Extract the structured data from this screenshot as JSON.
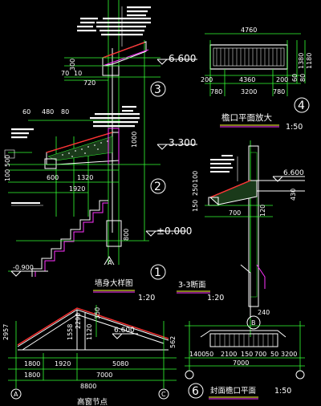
{
  "levels": {
    "l1": "6.600",
    "l2": "3.300",
    "l3": "±0.000",
    "l4": "-0.900",
    "l5": "6.600",
    "l6": "6.600"
  },
  "bubbles": {
    "b3": "3",
    "b2": "2",
    "b1": "1",
    "b4": "4",
    "b6": "6"
  },
  "titles": {
    "eave_plan": "檐口平面放大",
    "eave_plan_scale": "1:50",
    "wall_detail": "墙身大样图",
    "wall_detail_scale": "1:20",
    "section33": "3-3断面",
    "section33_scale": "1:20",
    "gable_plan": "封面檐口平面",
    "gable_plan_scale": "1:50",
    "high_window": "高窗节点"
  },
  "dims": {
    "d_top_70": "70",
    "d_top_10": "10",
    "d_top_720": "720",
    "d_top_300": "300",
    "d_mid_60": "60",
    "d_mid_480": "480",
    "d_mid_80": "80",
    "d_mid_500": "500",
    "d_mid_1000": "1000",
    "d_mid_600": "600",
    "d_mid_1320": "1320",
    "d_mid_1920": "1920",
    "d_mid_100": "100",
    "d_low_800": "800",
    "p4_4760": "4760",
    "p4_200a": "200",
    "p4_4360": "4360",
    "p4_200b": "200",
    "p4_780a": "780",
    "p4_3200": "3200",
    "p4_780b": "780",
    "p4_1380": "1380",
    "p4_1180": "1180",
    "p4_60": "60",
    "p4_80": "80",
    "s3_6600": "6.600",
    "s3_100": "100",
    "s3_250": "250",
    "s3_150": "150",
    "s3_700": "700",
    "s3_120": "120",
    "s3_430": "430",
    "s3_240": "240",
    "hw_350": "350",
    "hw_2290": "2290",
    "hw_1558": "1558",
    "hw_1120": "1120",
    "hw_2957": "2957",
    "hw_562": "562",
    "hw_1800a": "1800",
    "hw_1920": "1920",
    "hw_5080": "5080",
    "hw_1800b": "1800",
    "hw_7000": "7000",
    "hw_8800": "8800",
    "p6_1400": "1400",
    "p6_50a": "50",
    "p6_2100": "2100",
    "p6_150": "150",
    "p6_700": "700",
    "p6_50b": "50",
    "p6_3200": "3200",
    "p6_7000": "7000"
  }
}
